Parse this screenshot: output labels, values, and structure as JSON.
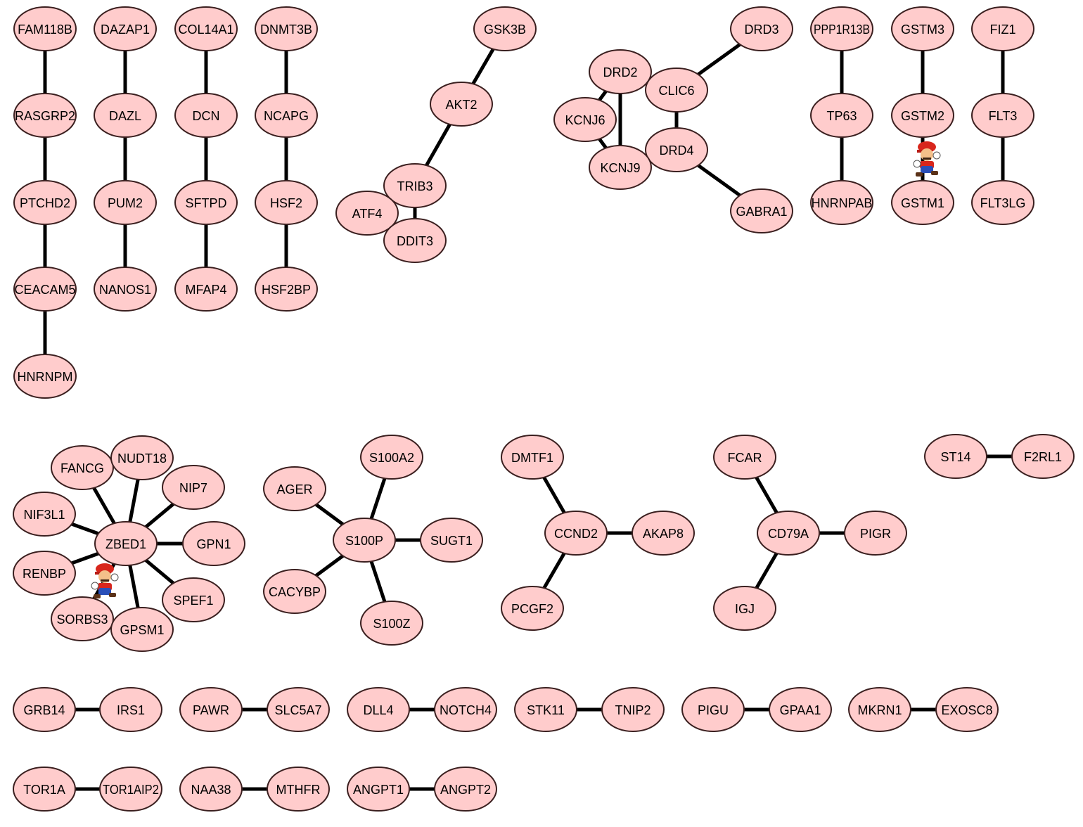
{
  "canvas": {
    "background": "#ffffff"
  },
  "node_style": {
    "fill": "#ffcccc",
    "stroke": "#3a1f1f",
    "edge_color": "#000000"
  },
  "nodes": [
    {
      "id": "FAM118B",
      "label": "FAM118B"
    },
    {
      "id": "RASGRP2",
      "label": "RASGRP2"
    },
    {
      "id": "PTCHD2",
      "label": "PTCHD2"
    },
    {
      "id": "CEACAM5",
      "label": "CEACAM5"
    },
    {
      "id": "HNRNPM",
      "label": "HNRNPM"
    },
    {
      "id": "DAZAP1",
      "label": "DAZAP1"
    },
    {
      "id": "DAZL",
      "label": "DAZL"
    },
    {
      "id": "PUM2",
      "label": "PUM2"
    },
    {
      "id": "NANOS1",
      "label": "NANOS1"
    },
    {
      "id": "COL14A1",
      "label": "COL14A1"
    },
    {
      "id": "DCN",
      "label": "DCN"
    },
    {
      "id": "SFTPD",
      "label": "SFTPD"
    },
    {
      "id": "MFAP4",
      "label": "MFAP4"
    },
    {
      "id": "DNMT3B",
      "label": "DNMT3B"
    },
    {
      "id": "NCAPG",
      "label": "NCAPG"
    },
    {
      "id": "HSF2",
      "label": "HSF2"
    },
    {
      "id": "HSF2BP",
      "label": "HSF2BP"
    },
    {
      "id": "GSK3B",
      "label": "GSK3B"
    },
    {
      "id": "AKT2",
      "label": "AKT2"
    },
    {
      "id": "TRIB3",
      "label": "TRIB3"
    },
    {
      "id": "ATF4",
      "label": "ATF4"
    },
    {
      "id": "DDIT3",
      "label": "DDIT3"
    },
    {
      "id": "DRD3",
      "label": "DRD3"
    },
    {
      "id": "DRD2",
      "label": "DRD2"
    },
    {
      "id": "CLIC6",
      "label": "CLIC6"
    },
    {
      "id": "KCNJ6",
      "label": "KCNJ6"
    },
    {
      "id": "DRD4",
      "label": "DRD4"
    },
    {
      "id": "KCNJ9",
      "label": "KCNJ9"
    },
    {
      "id": "GABRA1",
      "label": "GABRA1"
    },
    {
      "id": "PPP1R13B",
      "label": "PPP1R13B"
    },
    {
      "id": "TP63",
      "label": "TP63"
    },
    {
      "id": "HNRNPAB",
      "label": "HNRNPAB"
    },
    {
      "id": "GSTM3",
      "label": "GSTM3"
    },
    {
      "id": "GSTM2",
      "label": "GSTM2"
    },
    {
      "id": "GSTM1",
      "label": "GSTM1"
    },
    {
      "id": "FIZ1",
      "label": "FIZ1"
    },
    {
      "id": "FLT3",
      "label": "FLT3"
    },
    {
      "id": "FLT3LG",
      "label": "FLT3LG"
    },
    {
      "id": "ZBED1",
      "label": "ZBED1"
    },
    {
      "id": "FANCG",
      "label": "FANCG"
    },
    {
      "id": "NUDT18",
      "label": "NUDT18"
    },
    {
      "id": "NIP7",
      "label": "NIP7"
    },
    {
      "id": "NIF3L1",
      "label": "NIF3L1"
    },
    {
      "id": "GPN1",
      "label": "GPN1"
    },
    {
      "id": "RENBP",
      "label": "RENBP"
    },
    {
      "id": "SPEF1",
      "label": "SPEF1"
    },
    {
      "id": "SORBS3",
      "label": "SORBS3"
    },
    {
      "id": "GPSM1",
      "label": "GPSM1"
    },
    {
      "id": "S100P",
      "label": "S100P"
    },
    {
      "id": "S100A2",
      "label": "S100A2"
    },
    {
      "id": "AGER",
      "label": "AGER"
    },
    {
      "id": "SUGT1",
      "label": "SUGT1"
    },
    {
      "id": "CACYBP",
      "label": "CACYBP"
    },
    {
      "id": "S100Z",
      "label": "S100Z"
    },
    {
      "id": "CCND2",
      "label": "CCND2"
    },
    {
      "id": "DMTF1",
      "label": "DMTF1"
    },
    {
      "id": "AKAP8",
      "label": "AKAP8"
    },
    {
      "id": "PCGF2",
      "label": "PCGF2"
    },
    {
      "id": "CD79A",
      "label": "CD79A"
    },
    {
      "id": "FCAR",
      "label": "FCAR"
    },
    {
      "id": "PIGR",
      "label": "PIGR"
    },
    {
      "id": "IGJ",
      "label": "IGJ"
    },
    {
      "id": "ST14",
      "label": "ST14"
    },
    {
      "id": "F2RL1",
      "label": "F2RL1"
    },
    {
      "id": "GRB14",
      "label": "GRB14"
    },
    {
      "id": "IRS1",
      "label": "IRS1"
    },
    {
      "id": "PAWR",
      "label": "PAWR"
    },
    {
      "id": "SLC5A7",
      "label": "SLC5A7"
    },
    {
      "id": "DLL4",
      "label": "DLL4"
    },
    {
      "id": "NOTCH4",
      "label": "NOTCH4"
    },
    {
      "id": "STK11",
      "label": "STK11"
    },
    {
      "id": "TNIP2",
      "label": "TNIP2"
    },
    {
      "id": "PIGU",
      "label": "PIGU"
    },
    {
      "id": "GPAA1",
      "label": "GPAA1"
    },
    {
      "id": "MKRN1",
      "label": "MKRN1"
    },
    {
      "id": "EXOSC8",
      "label": "EXOSC8"
    },
    {
      "id": "TOR1A",
      "label": "TOR1A"
    },
    {
      "id": "TOR1AIP2",
      "label": "TOR1AIP2"
    },
    {
      "id": "NAA38",
      "label": "NAA38"
    },
    {
      "id": "MTHFR",
      "label": "MTHFR"
    },
    {
      "id": "ANGPT1",
      "label": "ANGPT1"
    },
    {
      "id": "ANGPT2",
      "label": "ANGPT2"
    }
  ],
  "edges": [
    [
      "FAM118B",
      "RASGRP2"
    ],
    [
      "RASGRP2",
      "PTCHD2"
    ],
    [
      "PTCHD2",
      "CEACAM5"
    ],
    [
      "CEACAM5",
      "HNRNPM"
    ],
    [
      "DAZAP1",
      "DAZL"
    ],
    [
      "DAZL",
      "PUM2"
    ],
    [
      "PUM2",
      "NANOS1"
    ],
    [
      "COL14A1",
      "DCN"
    ],
    [
      "DCN",
      "SFTPD"
    ],
    [
      "SFTPD",
      "MFAP4"
    ],
    [
      "DNMT3B",
      "NCAPG"
    ],
    [
      "NCAPG",
      "HSF2"
    ],
    [
      "HSF2",
      "HSF2BP"
    ],
    [
      "GSK3B",
      "AKT2"
    ],
    [
      "AKT2",
      "TRIB3"
    ],
    [
      "TRIB3",
      "ATF4"
    ],
    [
      "TRIB3",
      "DDIT3"
    ],
    [
      "ATF4",
      "DDIT3"
    ],
    [
      "DRD3",
      "CLIC6"
    ],
    [
      "DRD2",
      "CLIC6"
    ],
    [
      "CLIC6",
      "DRD4"
    ],
    [
      "DRD2",
      "KCNJ6"
    ],
    [
      "DRD2",
      "KCNJ9"
    ],
    [
      "KCNJ6",
      "KCNJ9"
    ],
    [
      "KCNJ9",
      "DRD4"
    ],
    [
      "DRD4",
      "GABRA1"
    ],
    [
      "PPP1R13B",
      "TP63"
    ],
    [
      "TP63",
      "HNRNPAB"
    ],
    [
      "GSTM3",
      "GSTM2"
    ],
    [
      "GSTM2",
      "GSTM1"
    ],
    [
      "FIZ1",
      "FLT3"
    ],
    [
      "FLT3",
      "FLT3LG"
    ],
    [
      "ZBED1",
      "FANCG"
    ],
    [
      "ZBED1",
      "NUDT18"
    ],
    [
      "ZBED1",
      "NIP7"
    ],
    [
      "ZBED1",
      "NIF3L1"
    ],
    [
      "ZBED1",
      "GPN1"
    ],
    [
      "ZBED1",
      "RENBP"
    ],
    [
      "ZBED1",
      "SPEF1"
    ],
    [
      "ZBED1",
      "SORBS3"
    ],
    [
      "ZBED1",
      "GPSM1"
    ],
    [
      "S100P",
      "S100A2"
    ],
    [
      "S100P",
      "AGER"
    ],
    [
      "S100P",
      "SUGT1"
    ],
    [
      "S100P",
      "CACYBP"
    ],
    [
      "S100P",
      "S100Z"
    ],
    [
      "CCND2",
      "DMTF1"
    ],
    [
      "CCND2",
      "AKAP8"
    ],
    [
      "CCND2",
      "PCGF2"
    ],
    [
      "CD79A",
      "FCAR"
    ],
    [
      "CD79A",
      "PIGR"
    ],
    [
      "CD79A",
      "IGJ"
    ],
    [
      "ST14",
      "F2RL1"
    ],
    [
      "GRB14",
      "IRS1"
    ],
    [
      "PAWR",
      "SLC5A7"
    ],
    [
      "DLL4",
      "NOTCH4"
    ],
    [
      "STK11",
      "TNIP2"
    ],
    [
      "PIGU",
      "GPAA1"
    ],
    [
      "MKRN1",
      "EXOSC8"
    ],
    [
      "TOR1A",
      "TOR1AIP2"
    ],
    [
      "NAA38",
      "MTHFR"
    ],
    [
      "ANGPT1",
      "ANGPT2"
    ]
  ],
  "decorations": [
    {
      "name": "mario-sprite",
      "near": "GSTM1"
    },
    {
      "name": "mario-sprite",
      "near": "ZBED1"
    }
  ]
}
